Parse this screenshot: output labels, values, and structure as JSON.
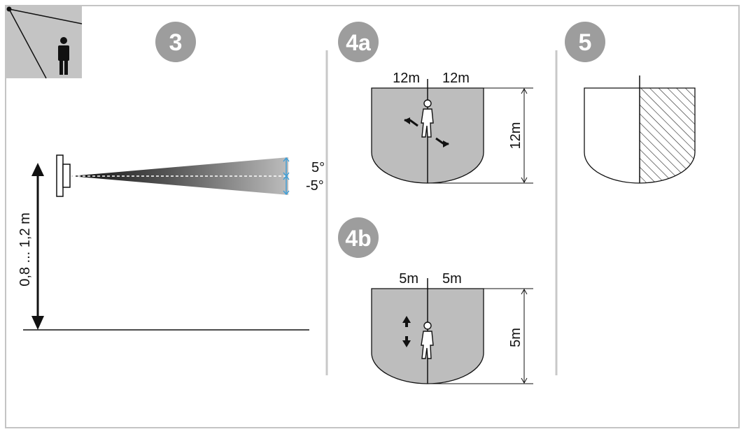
{
  "steps": {
    "mounting": "3",
    "range_walk_across": "4a",
    "range_walk_toward": "4b",
    "masking": "5"
  },
  "mounting": {
    "height_label": "0,8 ... 1,2 m",
    "angle_up": "5°",
    "angle_down": "-5°"
  },
  "range_4a": {
    "left_width": "12m",
    "right_width": "12m",
    "depth": "12m"
  },
  "range_4b": {
    "left_width": "5m",
    "right_width": "5m",
    "depth": "5m"
  },
  "icons": {
    "corner_scene": "ceiling-detector-person-icon",
    "walker": "walking-person-icon",
    "sensor": "wall-sensor-icon"
  },
  "colors": {
    "badge": "#9d9d9d",
    "zone_fill": "#bdbdbd",
    "angle_marker": "#3a9ed9",
    "divider": "#c8c8c8"
  }
}
